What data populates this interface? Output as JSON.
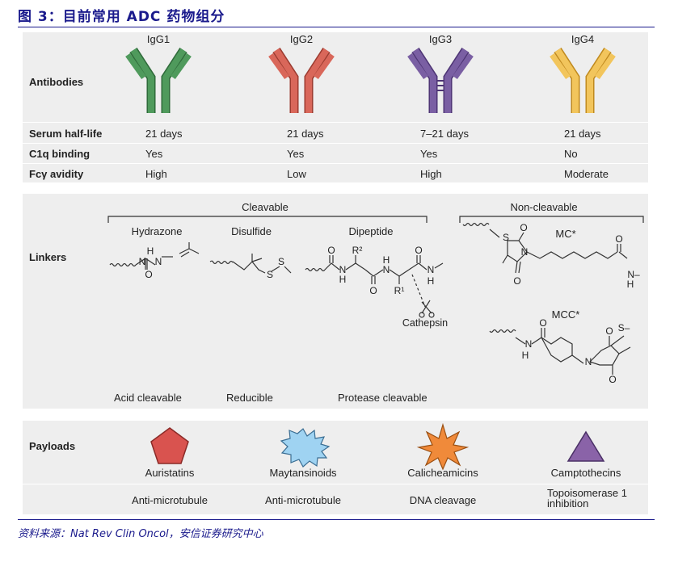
{
  "figure": {
    "title": "图 3：目前常用 ADC 药物组分",
    "source": "资料来源：Nat Rev Clin Oncol，安信证券研究中心"
  },
  "antibodies": {
    "row_label": "Antibodies",
    "columns": [
      {
        "name": "IgG1",
        "color": "#4f9a5c",
        "half_life": "21 days",
        "c1q": "Yes",
        "fcg": "High"
      },
      {
        "name": "IgG2",
        "color": "#d9675a",
        "half_life": "21 days",
        "c1q": "Yes",
        "fcg": "Low"
      },
      {
        "name": "IgG3",
        "color": "#7a5fa3",
        "half_life": "7–21 days",
        "c1q": "Yes",
        "fcg": "High"
      },
      {
        "name": "IgG4",
        "color": "#f2c55c",
        "half_life": "21 days",
        "c1q": "No",
        "fcg": "Moderate"
      }
    ],
    "rows": {
      "half_life": "Serum half-life",
      "c1q": "C1q binding",
      "fcg": "Fcγ avidity"
    }
  },
  "linkers": {
    "row_label": "Linkers",
    "cleavable": "Cleavable",
    "non_cleavable": "Non-cleavable",
    "types": {
      "hydrazone": "Hydrazone",
      "disulfide": "Disulfide",
      "dipeptide": "Dipeptide",
      "mc": "MC*",
      "mcc": "MCC*"
    },
    "enzyme": "Cathepsin",
    "mechanisms": {
      "acid": "Acid cleavable",
      "reducible": "Reducible",
      "protease": "Protease cleavable"
    },
    "atoms": {
      "H": "H",
      "N": "N",
      "O": "O",
      "S": "S",
      "NH_end": "N–",
      "S_end": "S–",
      "R1": "R¹",
      "R2": "R²"
    }
  },
  "payloads": {
    "row_label": "Payloads",
    "items": [
      {
        "name": "Auristatins",
        "mechanism": "Anti-microtubule",
        "color": "#d9534f",
        "shape": "pentagon-icon"
      },
      {
        "name": "Maytansinoids",
        "mechanism": "Anti-microtubule",
        "color": "#9fd3f2",
        "shape": "starburst-icon"
      },
      {
        "name": "Calicheamicins",
        "mechanism": "DNA cleavage",
        "color": "#f08a3a",
        "shape": "star-icon"
      },
      {
        "name": "Camptothecins",
        "mechanism_line1": "Topoisomerase 1",
        "mechanism_line2": "inhibition",
        "color": "#8a63a8",
        "shape": "triangle-icon"
      }
    ]
  }
}
